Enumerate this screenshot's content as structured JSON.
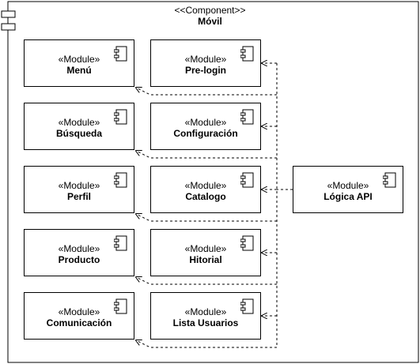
{
  "component": {
    "stereotype": "<<Component>>",
    "name": "Móvil"
  },
  "module_stereotype": "«Module»",
  "modules": {
    "menu": "Menú",
    "busqueda": "Búsqueda",
    "perfil": "Perfil",
    "producto": "Producto",
    "comunicacion": "Comunicación",
    "prelogin": "Pre-login",
    "configuracion": "Configuración",
    "catalogo": "Catalogo",
    "hitorial": "Hitorial",
    "lista_usuarios": "Lista Usuarios",
    "logica_api": "Lógica API"
  },
  "colors": {
    "stroke": "#000000",
    "background": "#ffffff"
  },
  "icons": {
    "component_icon": "uml-component-icon"
  }
}
